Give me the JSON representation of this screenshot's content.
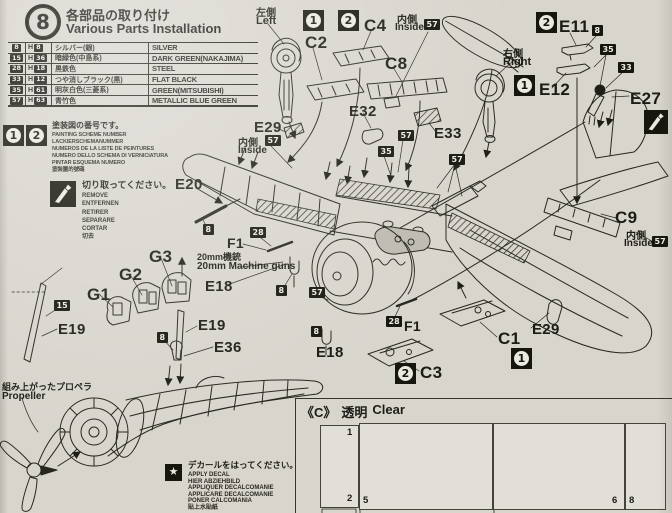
{
  "header": {
    "step": "8",
    "title_ja": "各部品の取り付け",
    "title_en": "Various Parts Installation"
  },
  "paint_table": {
    "rows": [
      {
        "ref": "8",
        "code_prefix": "H",
        "code_num": "8",
        "name_ja": "シルバー(銀)",
        "name_en": "SILVER"
      },
      {
        "ref": "15",
        "code_prefix": "H",
        "code_num": "36",
        "name_ja": "暗緑色(中島系)",
        "name_en": "DARK GREEN(NAKAJIMA)"
      },
      {
        "ref": "28",
        "code_prefix": "H",
        "code_num": "18",
        "name_ja": "黒鉄色",
        "name_en": "STEEL"
      },
      {
        "ref": "33",
        "code_prefix": "H",
        "code_num": "12",
        "name_ja": "つや消しブラック(黒)",
        "name_en": "FLAT BLACK"
      },
      {
        "ref": "35",
        "code_prefix": "H",
        "code_num": "61",
        "name_ja": "明灰白色(三菱系)",
        "name_en": "GREEN(MITSUBISHI)"
      },
      {
        "ref": "57",
        "code_prefix": "H",
        "code_num": "63",
        "name_ja": "青竹色",
        "name_en": "METALLIC BLUE GREEN"
      }
    ]
  },
  "legend_scheme": {
    "sym1": "1",
    "sym2": "2",
    "lines": [
      "塗装図の番号です。",
      "PAINTING SCHEME NUMBER",
      "LACKIERSCHEMANUMMER",
      "NUMEROS DE LA LISTE DE PEINTURES",
      "NUMERO DELLO SCHEMA DI VERNICIATURA",
      "PINTAR ESQUEMA NUMERO",
      "塗裝圖的號碼"
    ]
  },
  "legend_remove": {
    "lines": [
      "切り取ってください。",
      "REMOVE",
      "ENTFERNEN",
      "RETIRER",
      "SEPARARE",
      "CORTAR",
      "切去"
    ]
  },
  "legend_decal": {
    "lines": [
      "デカールをはってください。",
      "APPLY DECAL",
      "HIER ABZIEHBILD",
      "APPLIQUER DECALCOMANIE",
      "APPLICARE DECALCOMANIE",
      "PONER CALCOMANIA",
      "貼上水貼紙"
    ]
  },
  "parts": {
    "c1": "C1",
    "c2": "C2",
    "c3": "C3",
    "c4": "C4",
    "c8": "C8",
    "c9": "C9",
    "e11": "E11",
    "e12": "E12",
    "e18": "E18",
    "e19": "E19",
    "e20": "E20",
    "e27": "E27",
    "e29": "E29",
    "e32": "E32",
    "e33": "E33",
    "e36": "E36",
    "f1": "F1",
    "g1": "G1",
    "g2": "G2",
    "g3": "G3"
  },
  "refs": {
    "n8": "8",
    "n15": "15",
    "n28": "28",
    "n33": "33",
    "n35": "35",
    "n57": "57"
  },
  "schemes": {
    "s1": "1",
    "s2": "2"
  },
  "notes": {
    "left_ja": "左側",
    "left_en": "Left",
    "right_ja": "右側",
    "right_en": "Right",
    "inside_ja": "内側",
    "inside_en": "Inside",
    "guns_ja": "20mm機銃",
    "guns_en": "20mm Machine guns",
    "prop_ja": "組み上がったプロペラ",
    "prop_en": "Propeller"
  },
  "clear_box": {
    "code": "《C》",
    "ja": "透明",
    "en": "Clear",
    "panels": [
      {
        "tr": "1",
        "br": "2"
      },
      {
        "bl": "5"
      },
      {
        "br": "6"
      },
      {
        "bl": "8"
      }
    ]
  }
}
